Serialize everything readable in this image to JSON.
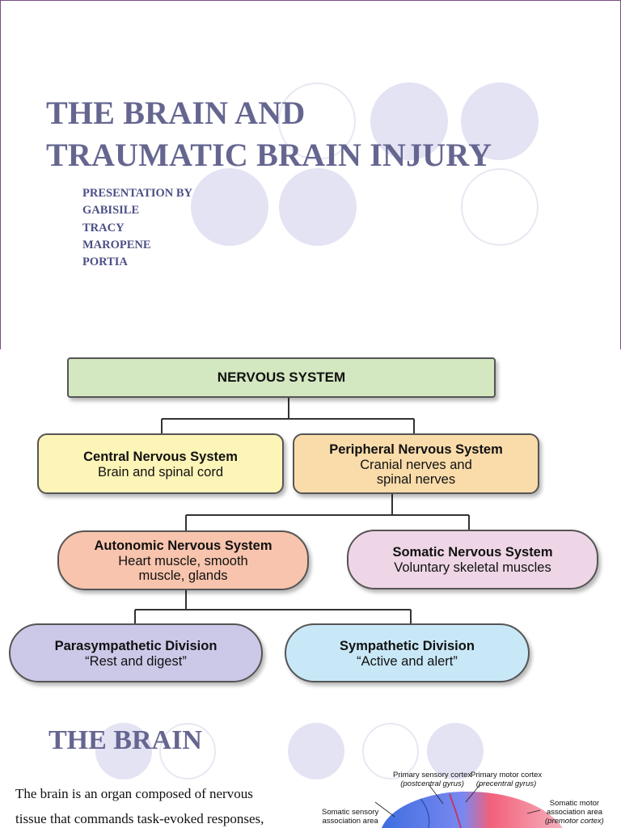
{
  "slide1": {
    "title_line1": "THE BRAIN AND",
    "title_line2": "TRAUMATIC BRAIN INJURY",
    "presenters": [
      "PRESENTATION BY",
      "GABISILE",
      "TRACY",
      "MAROPENE",
      "PORTIA"
    ],
    "colors": {
      "title": "#656690",
      "presenters": "#4b4f85",
      "circle_fill": "#e3e3f4"
    }
  },
  "diagram": {
    "root": {
      "title": "NERVOUS SYSTEM"
    },
    "central": {
      "title": "Central Nervous System",
      "sub": "Brain and spinal cord"
    },
    "peripheral": {
      "title": "Peripheral Nervous System",
      "sub1": "Cranial nerves and",
      "sub2": "spinal nerves"
    },
    "autonomic": {
      "title": "Autonomic Nervous System",
      "sub1": "Heart muscle, smooth",
      "sub2": "muscle, glands"
    },
    "somatic": {
      "title": "Somatic Nervous System",
      "sub": "Voluntary skeletal muscles"
    },
    "parasympathetic": {
      "title": "Parasympathetic Division",
      "sub": "“Rest and digest”"
    },
    "sympathetic": {
      "title": "Sympathetic Division",
      "sub": "“Active and alert”"
    },
    "colors": {
      "root": "#d3e7c0",
      "central": "#fdf4b8",
      "peripheral": "#f9dcaa",
      "autonomic": "#f8c4ad",
      "somatic": "#eed6e6",
      "parasympathetic": "#ccc8e8",
      "sympathetic": "#c9e8f7"
    }
  },
  "slide3": {
    "title": "THE BRAIN",
    "text_line1": "The brain is an organ composed of nervous",
    "text_line2": "tissue that commands task-evoked responses,",
    "figure": {
      "labels": {
        "primary_sensory": {
          "name": "Primary sensory cortex",
          "sub": "(postcentral gyrus)"
        },
        "primary_motor": {
          "name": "Primary motor cortex",
          "sub": "(precentral gyrus)"
        },
        "somatic_motor": {
          "name1": "Somatic motor",
          "name2": "association area",
          "sub": "(premotor cortex)"
        },
        "somatic_sensory": {
          "name1": "Somatic sensory",
          "name2": "association area"
        }
      }
    }
  }
}
